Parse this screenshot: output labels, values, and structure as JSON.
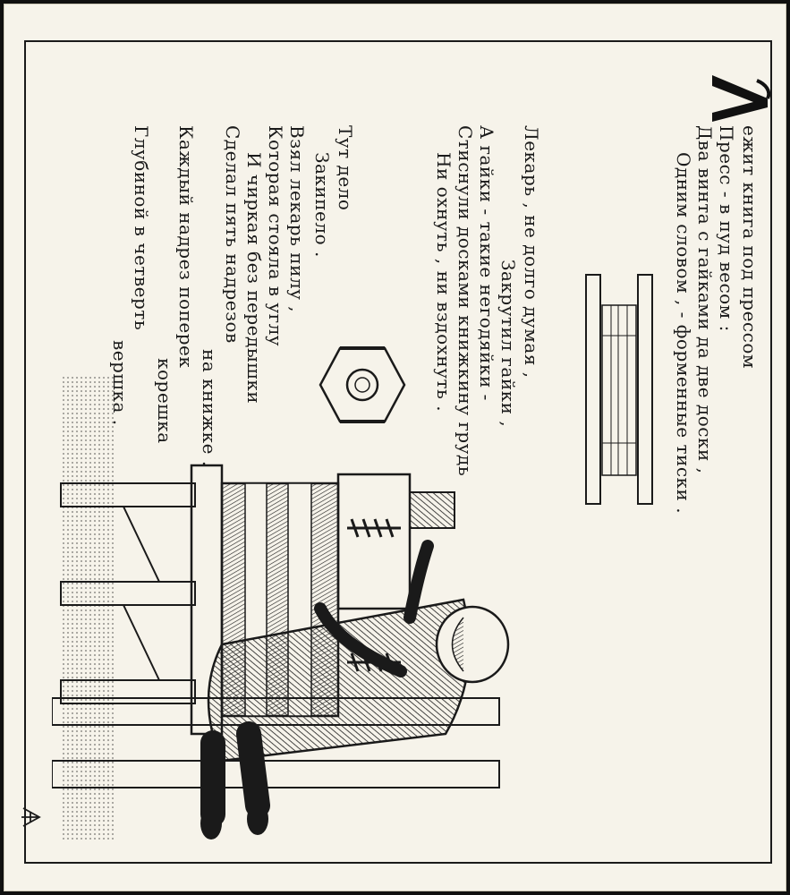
{
  "stanza1": [
    "ежит книга под прессом",
    "Пресс - в пуд весом :",
    "Два винта с гайками да две доски ,",
    "Одним словом , - форменные тиски ."
  ],
  "dropcap_letter": "Л",
  "stanza2": [
    "Лекарь , не долго думая ,",
    "Закрутил гайки ,",
    "А гайки - такие негодяйки -",
    "Стиснули досками книжкину грудь",
    "Ни охнуть , ни вздохнуть ."
  ],
  "stanza3": [
    "Тут дело",
    "Закипело .",
    "Взял лекарь пилу ,",
    "Которая стояла в углу",
    "И чиркая без передышки",
    "Сделал пять надрезов",
    "на книжке .",
    "Каждый надрез поперек",
    "корешка",
    "Глубиной в четверть",
    "вершка ."
  ]
}
